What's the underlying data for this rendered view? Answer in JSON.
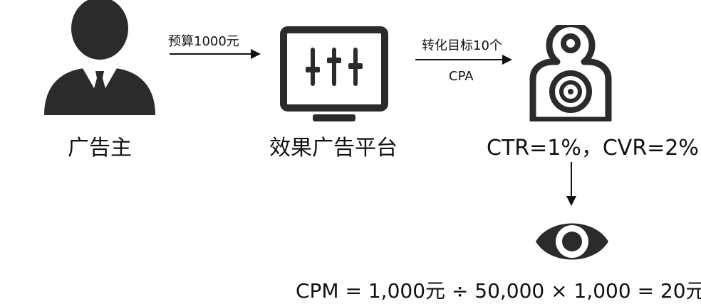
{
  "nodes": {
    "advertiser": {
      "label": "广告主",
      "icon": "person-in-suit-icon"
    },
    "platform": {
      "label": "效果广告平台",
      "icon": "monitor-sliders-icon"
    },
    "target": {
      "label": "CTR=1%，CVR=2%",
      "icon": "target-icon"
    },
    "exposure": {
      "icon": "eye-icon"
    }
  },
  "edges": {
    "budget": {
      "label": "预算1000元"
    },
    "goal": {
      "label_top": "转化目标10个",
      "label_bottom": "CPA"
    }
  },
  "formula": "CPM = 1,000元 ÷ 50,000 × 1,000 = 20元",
  "colors": {
    "icon": "#2b2b2b",
    "text": "#111111",
    "background": "#ffffff"
  }
}
